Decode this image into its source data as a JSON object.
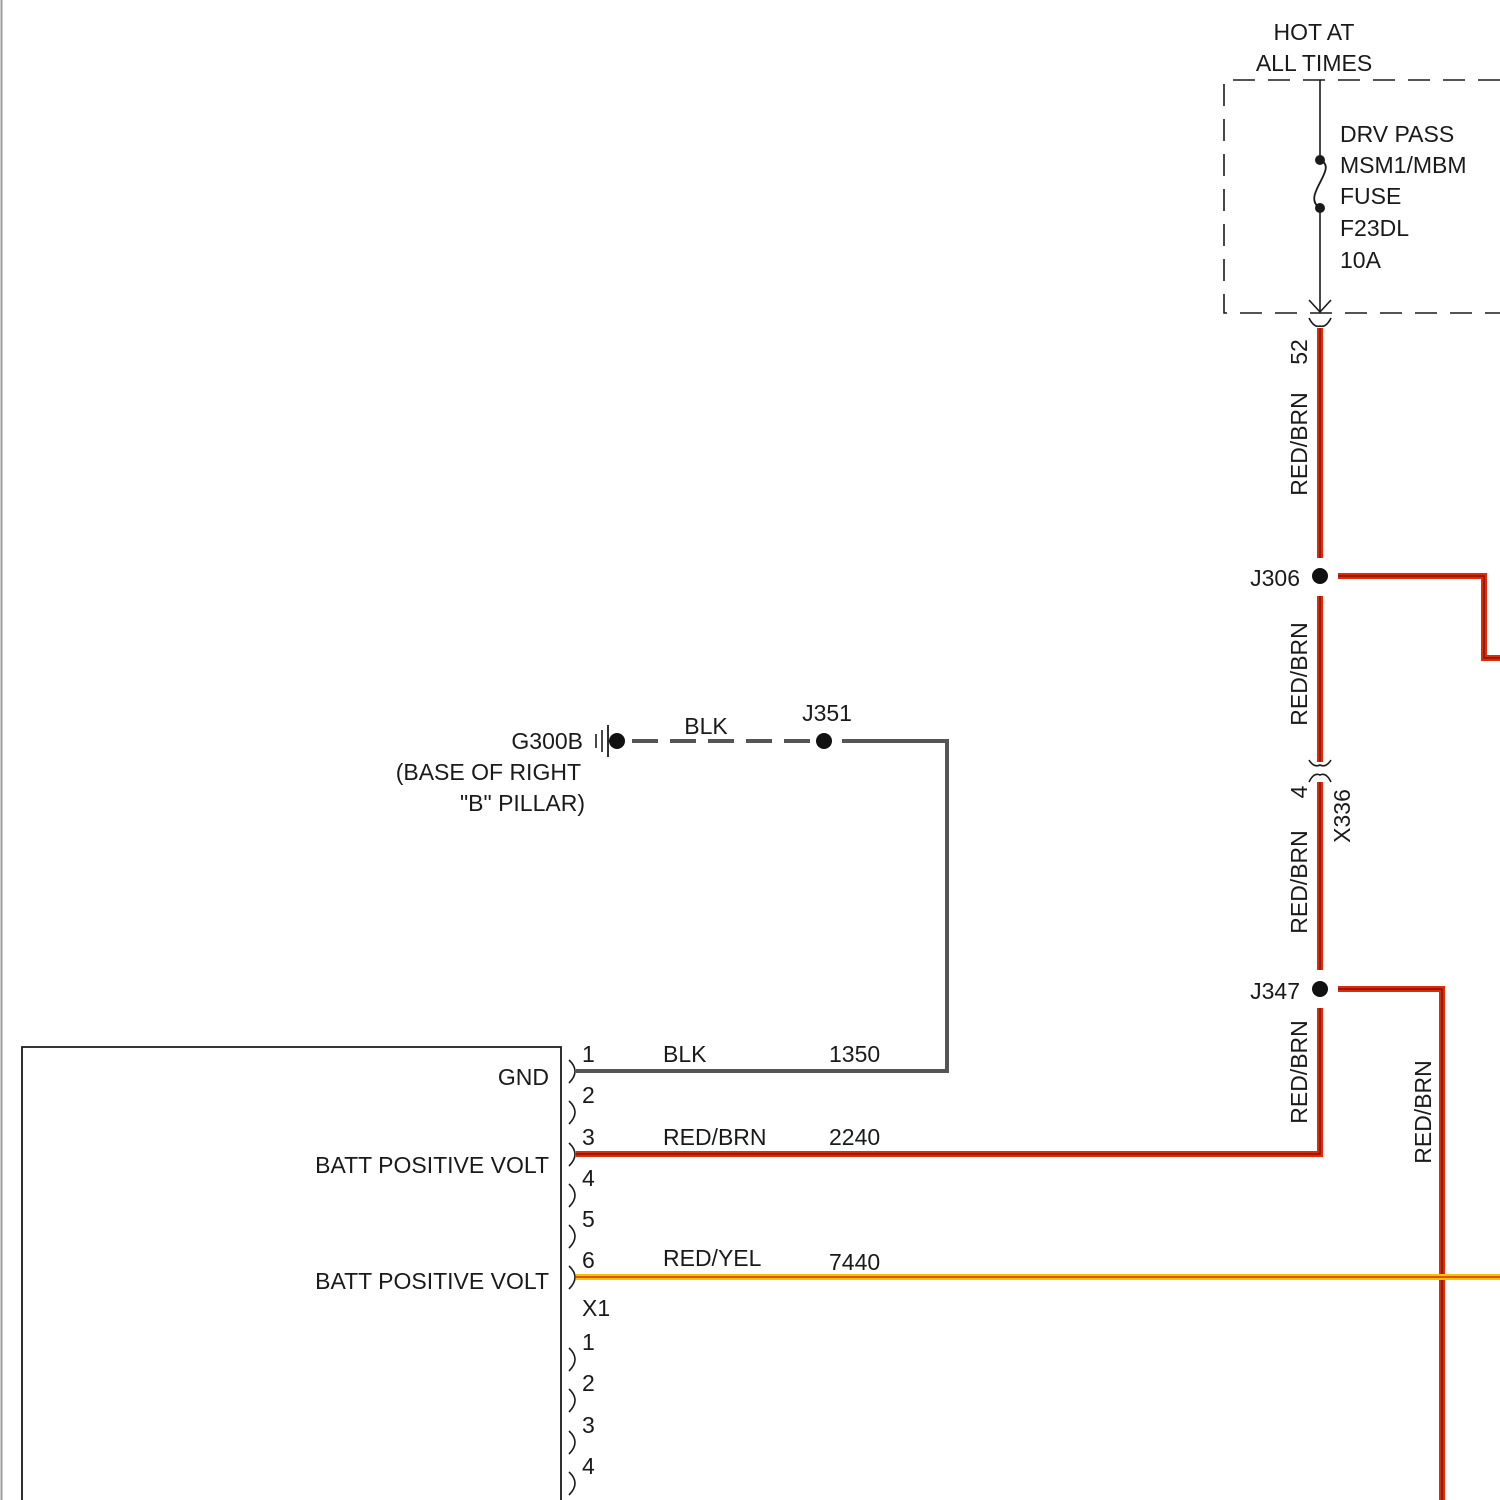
{
  "fuse_block": {
    "hot_label_line1": "HOT AT",
    "hot_label_line2": "ALL TIMES",
    "fuse_name_line1": "DRV PASS",
    "fuse_name_line2": "MSM1/MBM",
    "fuse_name_line3": "FUSE",
    "fuse_id": "F23DL",
    "fuse_rating": "10A"
  },
  "ground": {
    "id": "G300B",
    "location_line1": "(BASE OF RIGHT",
    "location_line2": "\"B\" PILLAR)",
    "wire_color": "BLK"
  },
  "splices": {
    "j351": "J351",
    "j306": "J306",
    "j347": "J347"
  },
  "wires": {
    "fuse_out_cavity": "52",
    "fuse_out_color": "RED/BRN",
    "j306_down_color": "RED/BRN",
    "x336_cavity": "4",
    "x336_connector": "X336",
    "x336_down_color": "RED/BRN",
    "j347_down_color": "RED/BRN",
    "right_branch_color": "RED/BRN"
  },
  "module": {
    "connector": "X1",
    "pins": [
      {
        "cavity": "1",
        "function": "GND",
        "wire_color": "BLK",
        "circuit": "1350"
      },
      {
        "cavity": "2"
      },
      {
        "cavity": "3",
        "function": "BATT POSITIVE VOLT",
        "wire_color": "RED/BRN",
        "circuit": "2240"
      },
      {
        "cavity": "4"
      },
      {
        "cavity": "5"
      },
      {
        "cavity": "6",
        "function": "BATT POSITIVE VOLT",
        "wire_color": "RED/YEL",
        "circuit": "7440"
      }
    ],
    "second_connector_pins": [
      "1",
      "2",
      "3",
      "4"
    ]
  },
  "colors": {
    "red_brn_wire": "#e02b0b",
    "red_yel_wire": "#f2c500",
    "blk_wire": "#555555",
    "line": "#1a1a1a"
  }
}
